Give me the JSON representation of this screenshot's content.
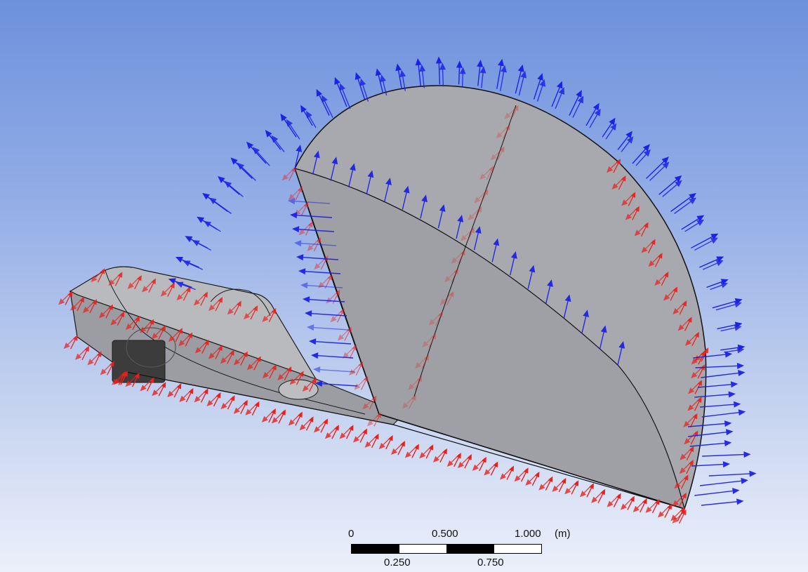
{
  "scale_bar": {
    "top_labels": [
      "0",
      "0.500",
      "1.000"
    ],
    "unit": "(m)",
    "bottom_labels": [
      "0.250",
      "0.750"
    ]
  },
  "colors": {
    "inlet_arrow": "#1c22e6",
    "load_arrow": "#e8201c",
    "body_face": "#a5a6ab",
    "body_edge": "#1a1a1a",
    "component_dark": "#3c3c3c"
  },
  "icons": [
    "arrow-vector-icon"
  ]
}
